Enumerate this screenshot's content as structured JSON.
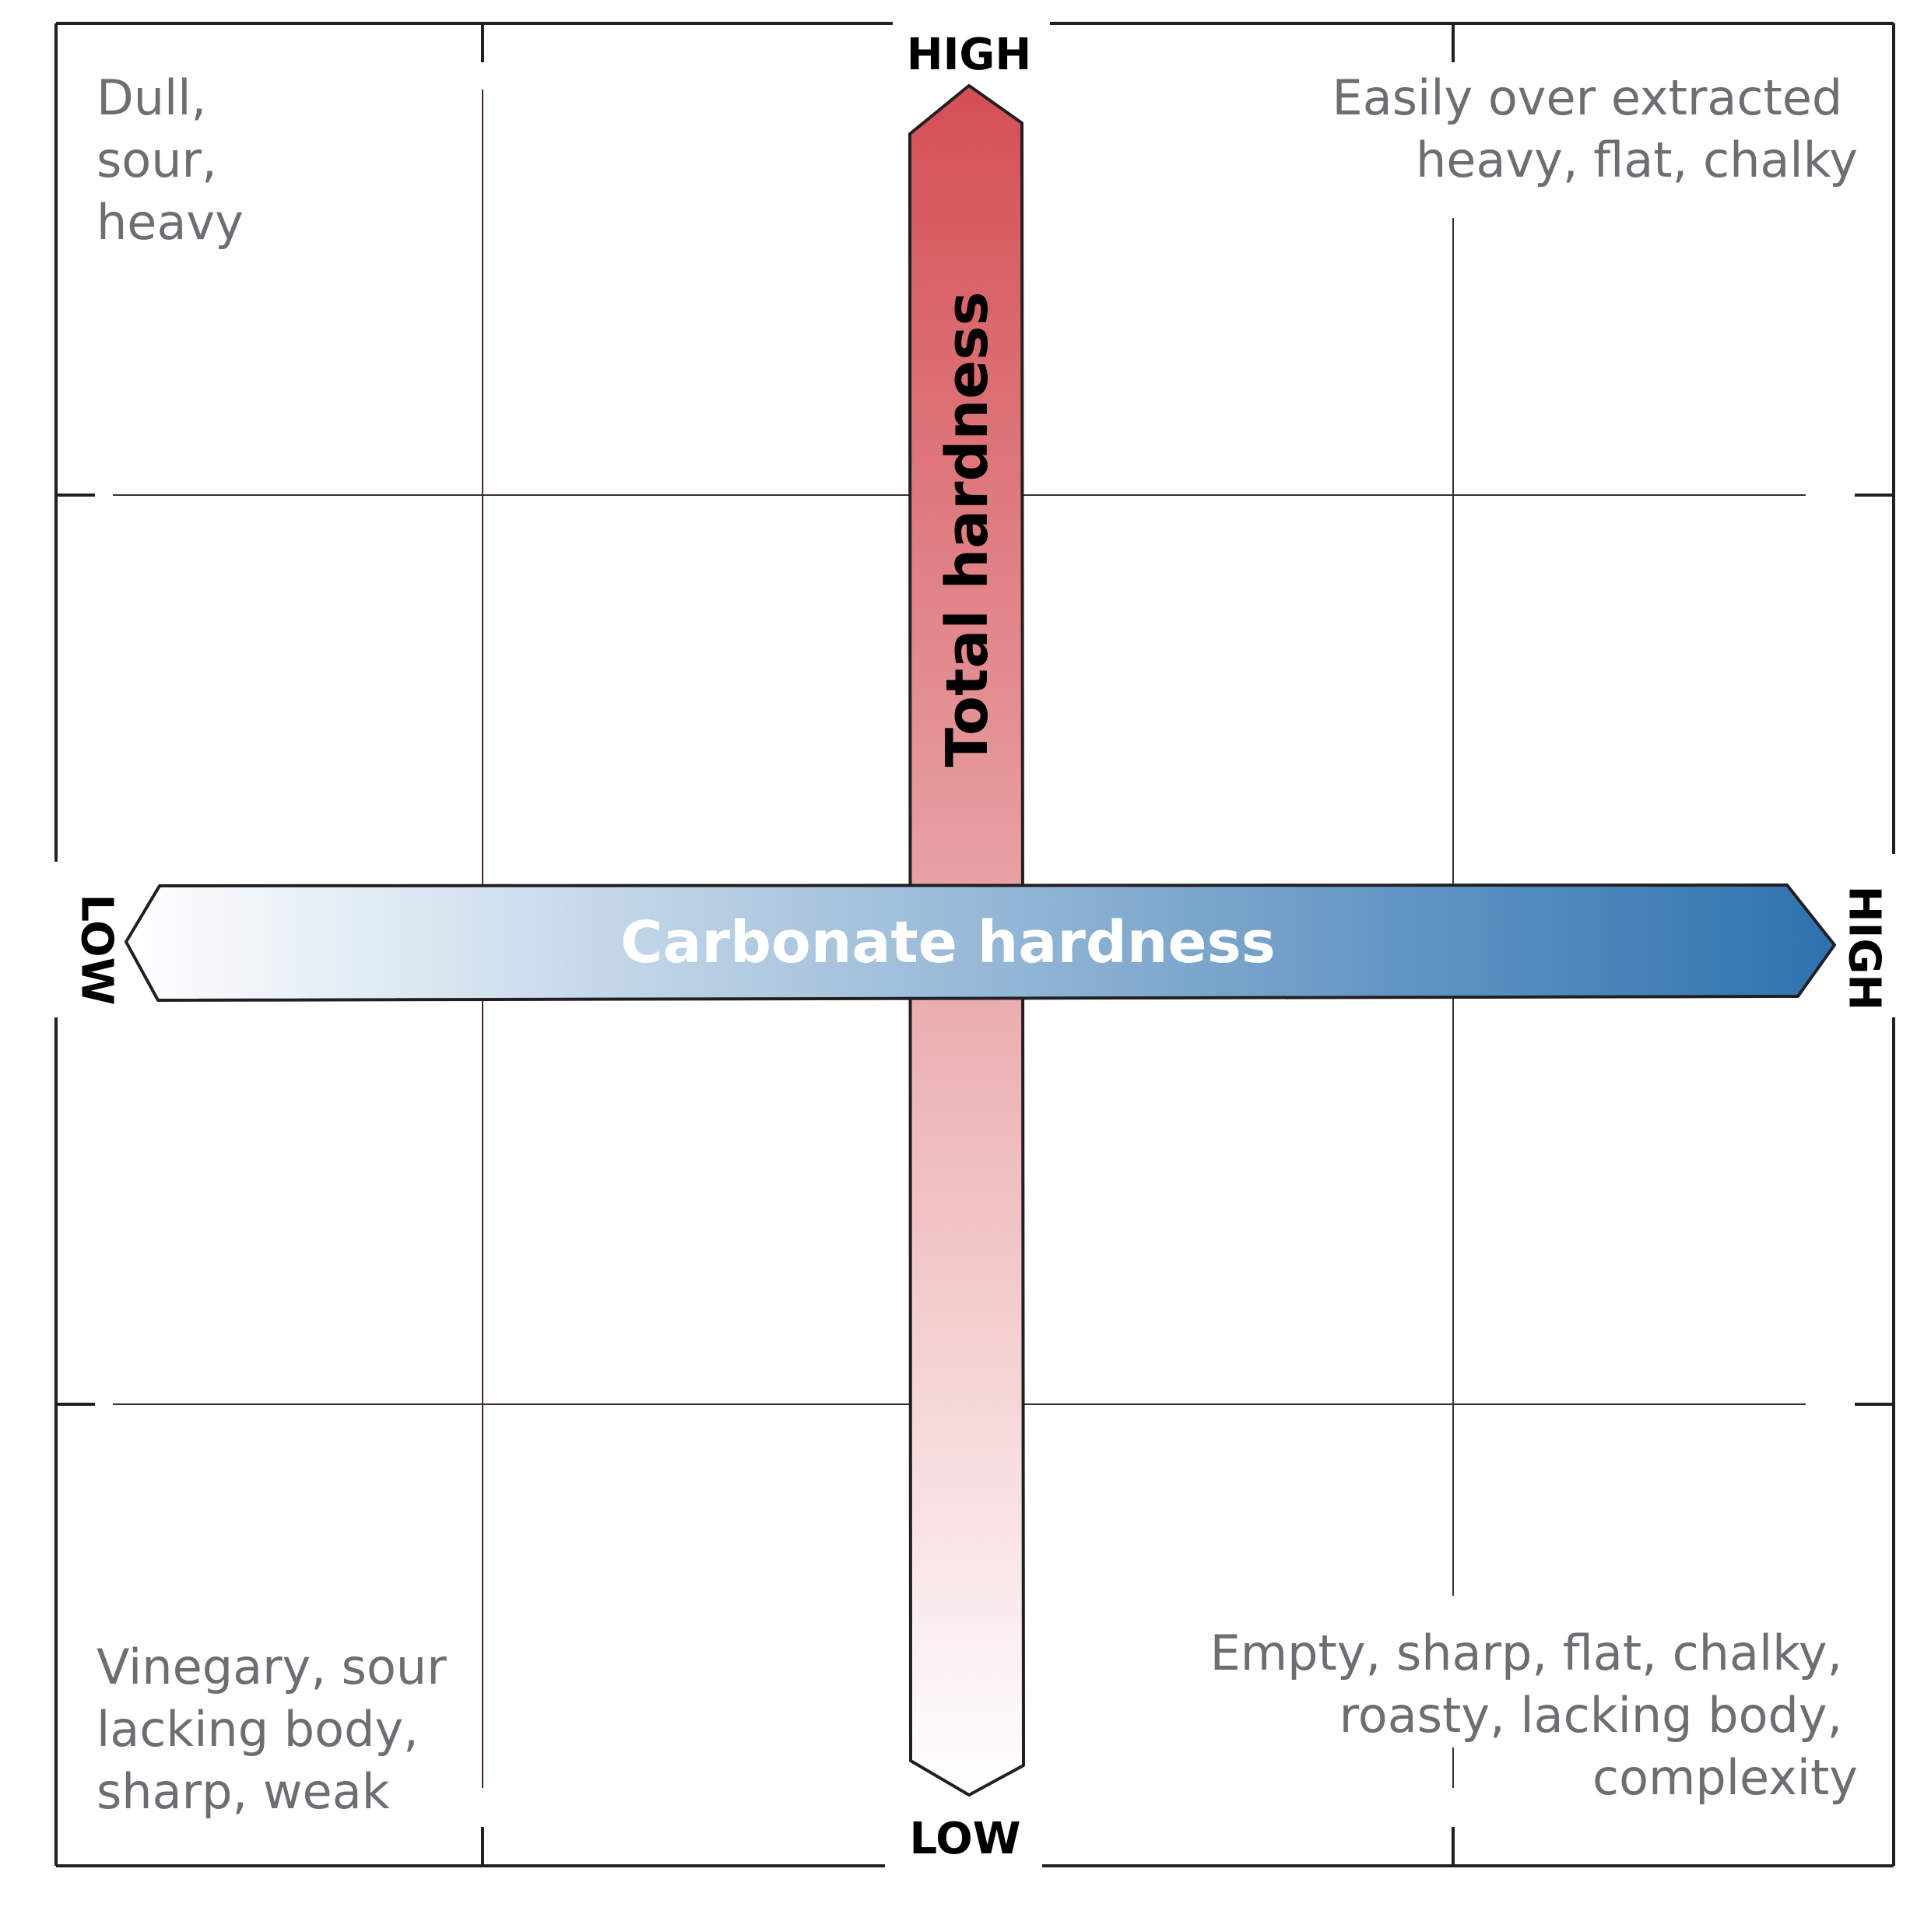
{
  "axes": {
    "vertical": {
      "title": "Total hardness",
      "high_label": "HIGH",
      "low_label": "LOW",
      "gradient": {
        "high_color": "#d44f55",
        "low_color": "#ffffff"
      }
    },
    "horizontal": {
      "title": "Carbonate hardness",
      "high_label": "HIGH",
      "low_label": "LOW",
      "gradient": {
        "low_color": "#ffffff",
        "high_color": "#2d72af"
      }
    }
  },
  "quadrants": {
    "top_left": [
      "Dull,",
      "sour,",
      "heavy"
    ],
    "top_right": [
      "Easily over extracted",
      "heavy, flat, chalky"
    ],
    "bottom_left": [
      "Vinegary, sour",
      "lacking body,",
      "sharp, weak"
    ],
    "bottom_right": [
      "Empty, sharp, flat, chalky,",
      "roasty, lacking body,",
      "complexity"
    ]
  },
  "colors": {
    "frame": "#231f20",
    "grid": "#3a2e2a",
    "corner_text": "#6d6e71"
  }
}
